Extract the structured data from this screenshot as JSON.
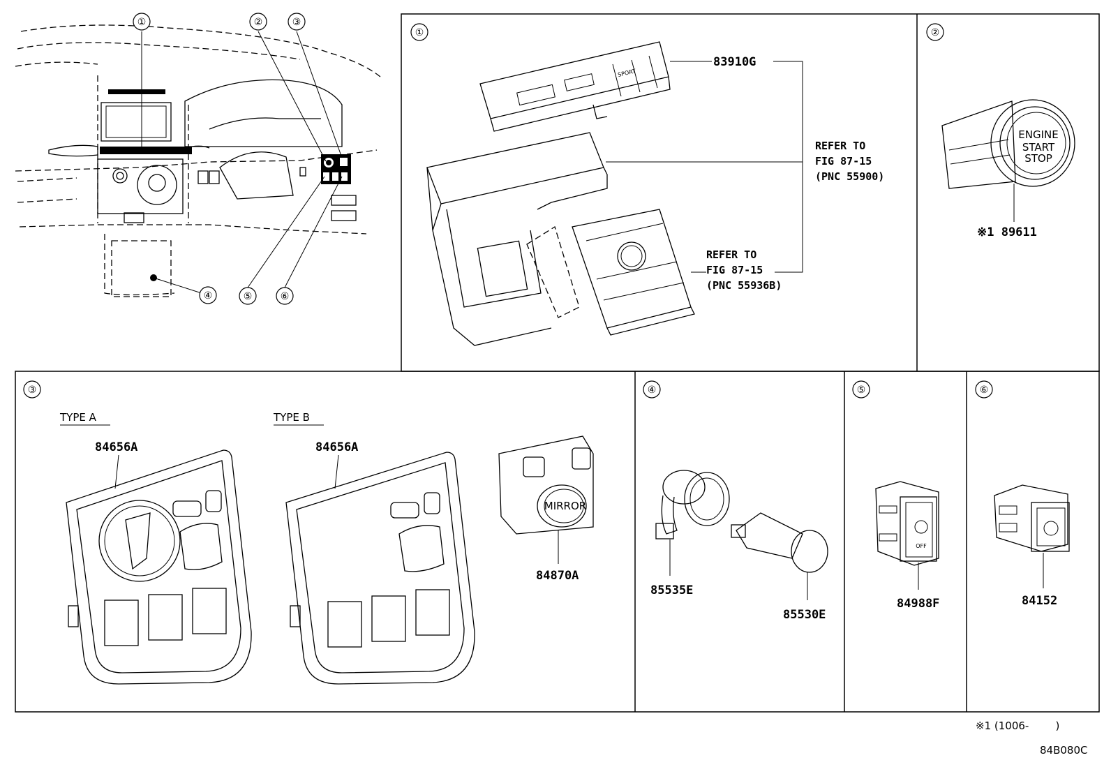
{
  "panels": {
    "p1": {
      "num": "①",
      "part_main": "83910G",
      "ref1": [
        "REFER TO",
        "FIG 87-15",
        "(PNC 55900)"
      ],
      "ref2": [
        "REFER TO",
        "FIG 87-15",
        "(PNC 55936B)"
      ]
    },
    "p2": {
      "num": "②",
      "part": "※1 89611",
      "button": [
        "ENGINE",
        "START",
        "STOP"
      ]
    },
    "p3": {
      "num": "③",
      "type_a": "TYPE A",
      "type_b": "TYPE B",
      "part_a": "84656A",
      "part_b": "84656A",
      "part_mirror": "84870A",
      "mirror_label": "MIRROR"
    },
    "p4": {
      "num": "④",
      "part_socket": "85535E",
      "part_plug": "85530E"
    },
    "p5": {
      "num": "⑤",
      "part": "84988F",
      "off_label": "OFF"
    },
    "p6": {
      "num": "⑥",
      "part": "84152"
    }
  },
  "overview": {
    "callouts": [
      "①",
      "②",
      "③",
      "④",
      "⑤",
      "⑥"
    ]
  },
  "footnote": "※1 (1006-        )",
  "drawing_code": "84B080C"
}
